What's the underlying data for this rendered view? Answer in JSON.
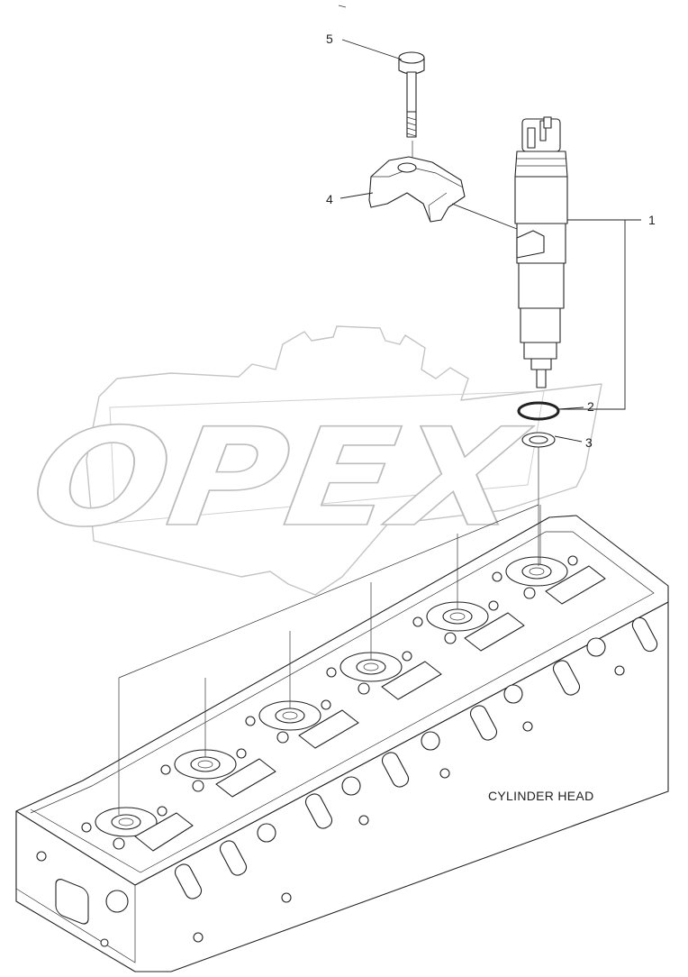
{
  "watermark": {
    "text": "OPEX"
  },
  "callouts": [
    {
      "number": "1",
      "part": "injector"
    },
    {
      "number": "2",
      "part": "o-ring"
    },
    {
      "number": "3",
      "part": "washer"
    },
    {
      "number": "4",
      "part": "clamp"
    },
    {
      "number": "5",
      "part": "bolt"
    }
  ],
  "caption": "CYLINDER HEAD"
}
